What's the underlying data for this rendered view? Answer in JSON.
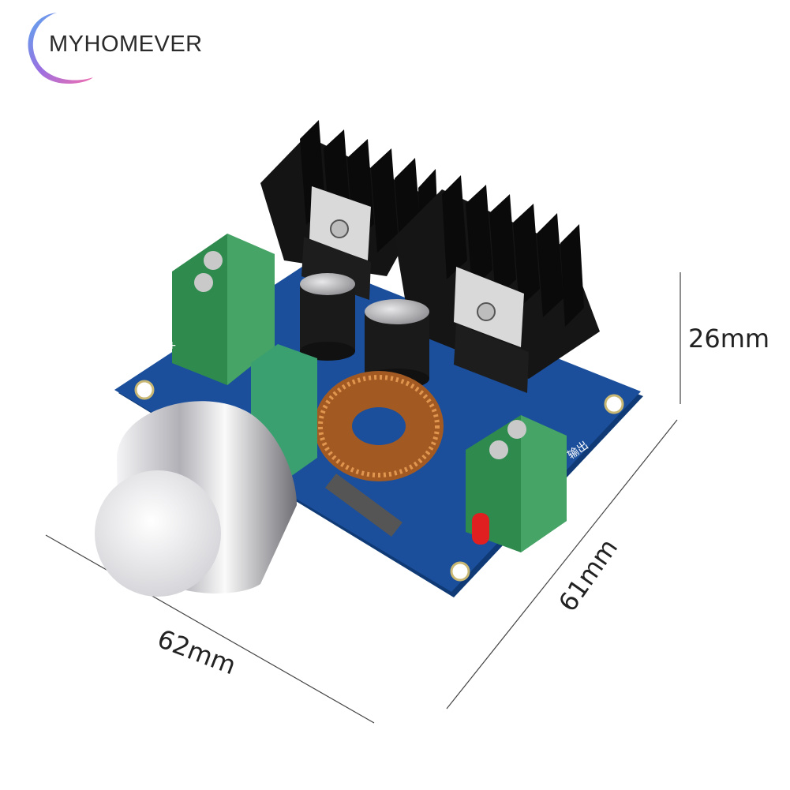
{
  "brand": {
    "name": "MYHOMEVER"
  },
  "dimensions": {
    "height": "26mm",
    "width": "62mm",
    "depth": "61mm"
  },
  "board_labels": {
    "output_cn": "输出",
    "plus_left": "+",
    "plus_right": "+"
  },
  "colors": {
    "pcb": "#1b4f9c",
    "terminal": "#3f9a5c",
    "heatsink": "#1a1a1a",
    "coil": "#b8672a",
    "knob": "#d8d8dc"
  }
}
